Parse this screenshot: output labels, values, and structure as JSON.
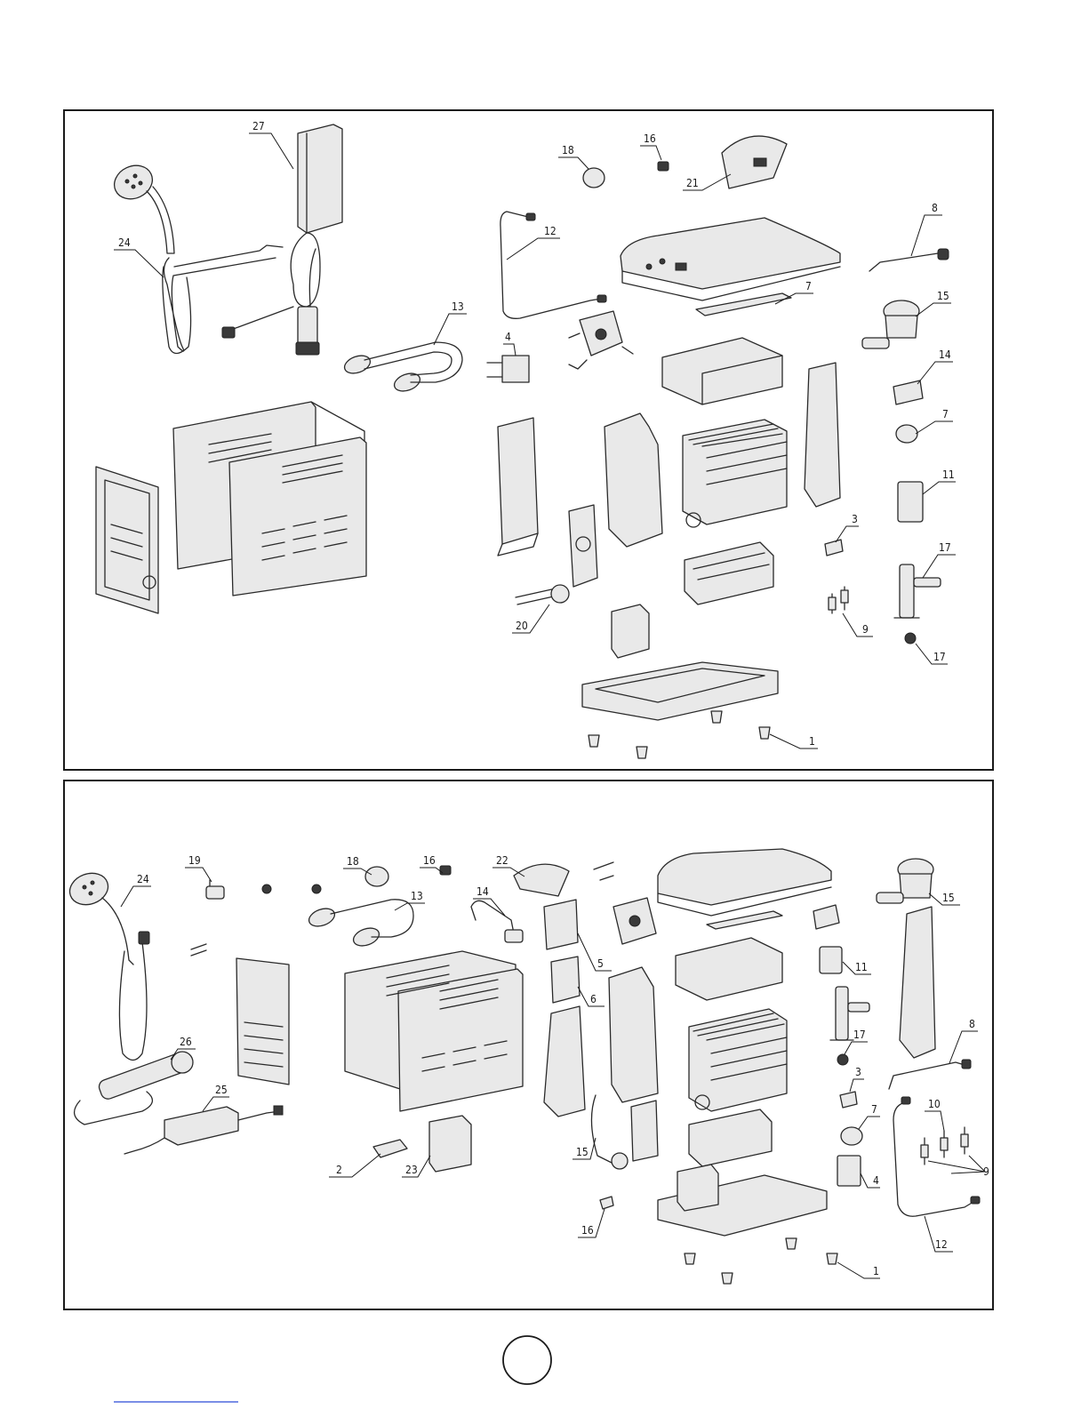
{
  "panels": [
    {
      "callouts": [
        "27",
        "18",
        "16",
        "21",
        "24",
        "12",
        "8",
        "7",
        "15",
        "13",
        "4",
        "14",
        "7",
        "11",
        "3",
        "17",
        "20",
        "9",
        "17",
        "1"
      ]
    },
    {
      "callouts": [
        "24",
        "19",
        "18",
        "16",
        "22",
        "13",
        "14",
        "15",
        "11",
        "5",
        "6",
        "8",
        "17",
        "3",
        "26",
        "25",
        "7",
        "10",
        "9",
        "4",
        "2",
        "23",
        "15",
        "12",
        "16",
        "1"
      ]
    }
  ],
  "page_number": ""
}
